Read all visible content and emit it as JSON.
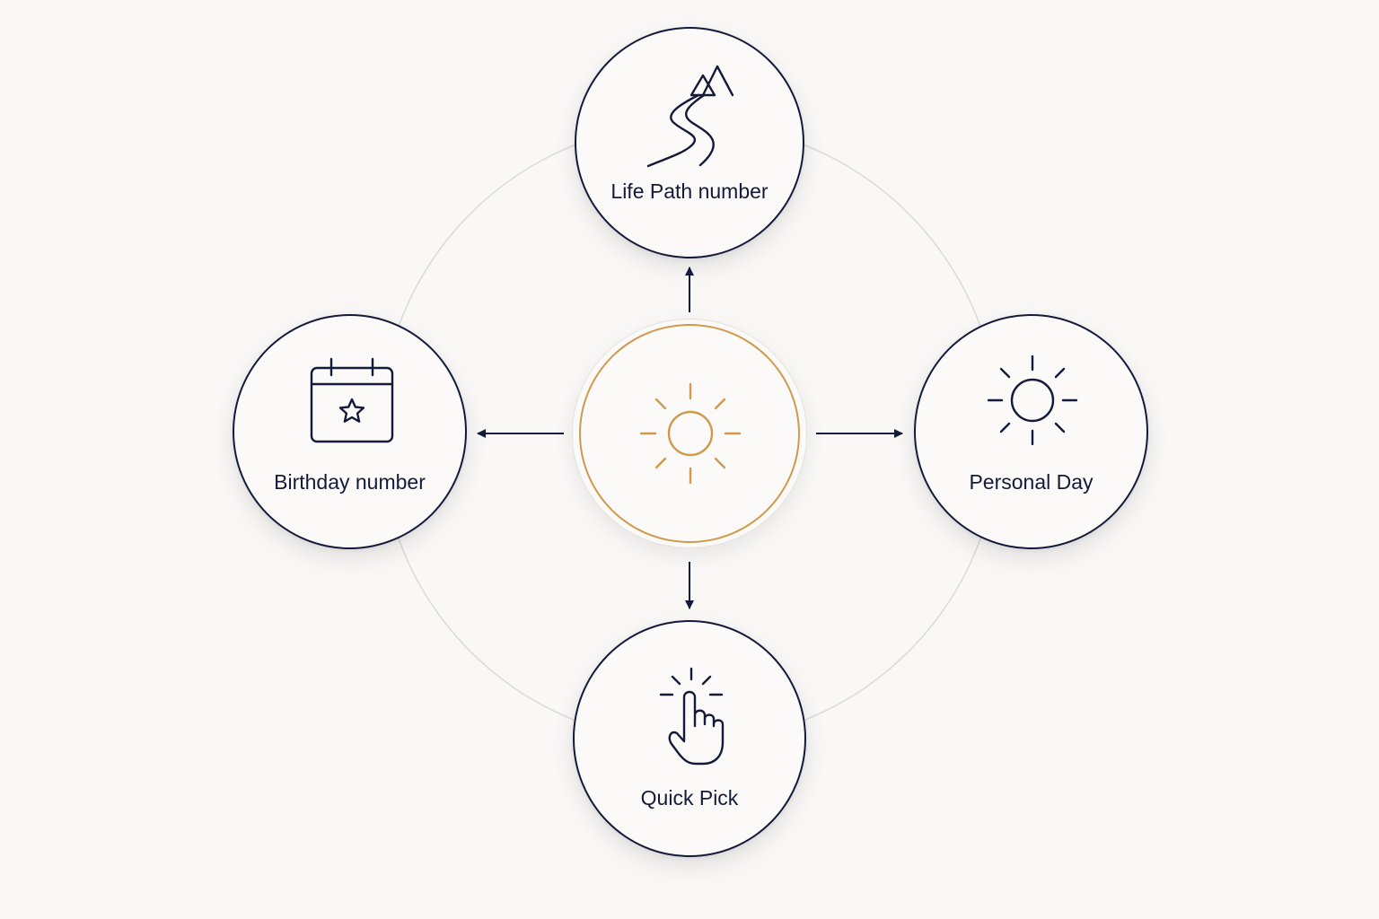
{
  "nodes": {
    "life_path": {
      "label": "Life Path number",
      "icon": "winding-path-mountain-icon"
    },
    "birthday": {
      "label": "Birthday number",
      "icon": "calendar-star-icon"
    },
    "personal_day": {
      "label": "Personal Day",
      "icon": "sun-icon"
    },
    "quick_pick": {
      "label": "Quick Pick",
      "icon": "tap-hand-icon"
    },
    "center": {
      "icon": "sun-icon"
    }
  },
  "colors": {
    "background": "#f9f8f6",
    "ink": "#141a3a",
    "accent": "#cf9a4e",
    "ring": "#dcdad6"
  }
}
